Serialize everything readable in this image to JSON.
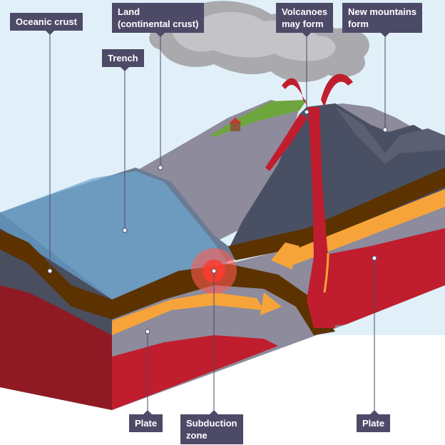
{
  "labels": {
    "oceanic_crust": "Oceanic crust",
    "land_line1": "Land",
    "land_line2": "(continental crust)",
    "trench": "Trench",
    "volcanoes_line1": "Volcanoes",
    "volcanoes_line2": "may form",
    "mountains_line1": "New mountains",
    "mountains_line2": "form",
    "plate_left": "Plate",
    "subduction_line1": "Subduction",
    "subduction_line2": "zone",
    "plate_right": "Plate"
  },
  "colors": {
    "label_bg": "#4d4a68",
    "sky": "#e1f0f8",
    "mantle": "#c01e2e",
    "lithosphere": "#5b3200",
    "arrow": "#f6a43a",
    "crust": "#8d8b9c",
    "land": "#4a5063"
  }
}
